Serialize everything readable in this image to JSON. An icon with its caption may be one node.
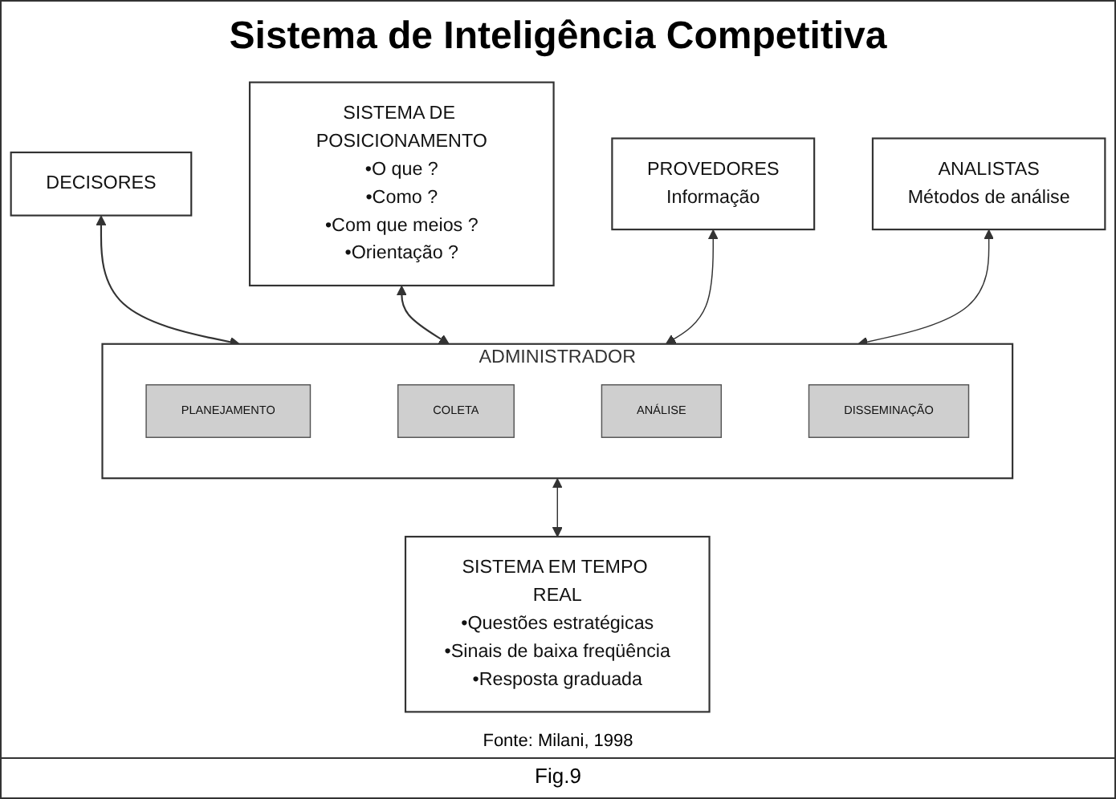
{
  "diagram": {
    "title": "Sistema de Inteligência Competitiva",
    "nodes": [
      {
        "text": [
          "DECISORES"
        ]
      },
      {
        "text": [
          "SISTEMA DE POSICIONAMENTO",
          "•O que ?",
          "•Como ?",
          "•Com que meios ?",
          "•Orientação ?"
        ]
      },
      {
        "text": [
          "ADMINISTRADOR"
        ]
      },
      {
        "text": [
          "PLANEJAMENTO"
        ],
        "in": 2
      },
      {
        "text": [
          "COLETA"
        ],
        "in": 2
      },
      {
        "text": [
          "ANÁLISE"
        ],
        "in": 2
      },
      {
        "text": [
          "DISSEMINAÇÃO"
        ],
        "in": 2
      },
      {
        "text": [
          "SISTEMA EM TEMPO REAL",
          "•Questões estratégicas",
          "•Sinais de baixa freqüência",
          "•Resposta graduada"
        ]
      },
      {
        "text": [
          "PROVEDORES",
          "Informação"
        ]
      },
      {
        "text": [
          "ANALISTAS",
          "Métodos de análise"
        ]
      }
    ],
    "edges": [
      {
        "from": 0,
        "to": 2,
        "arrow": "both"
      },
      {
        "from": 1,
        "to": 2,
        "arrow": "both"
      },
      {
        "from": 2,
        "to": 7,
        "arrow": "both"
      },
      {
        "from": 8,
        "to": 2,
        "arrow": "both"
      },
      {
        "from": 9,
        "to": 2,
        "arrow": "both"
      }
    ],
    "labels": [
      "Fonte: Milani, 1998"
    ],
    "caption": "Fig.9"
  }
}
